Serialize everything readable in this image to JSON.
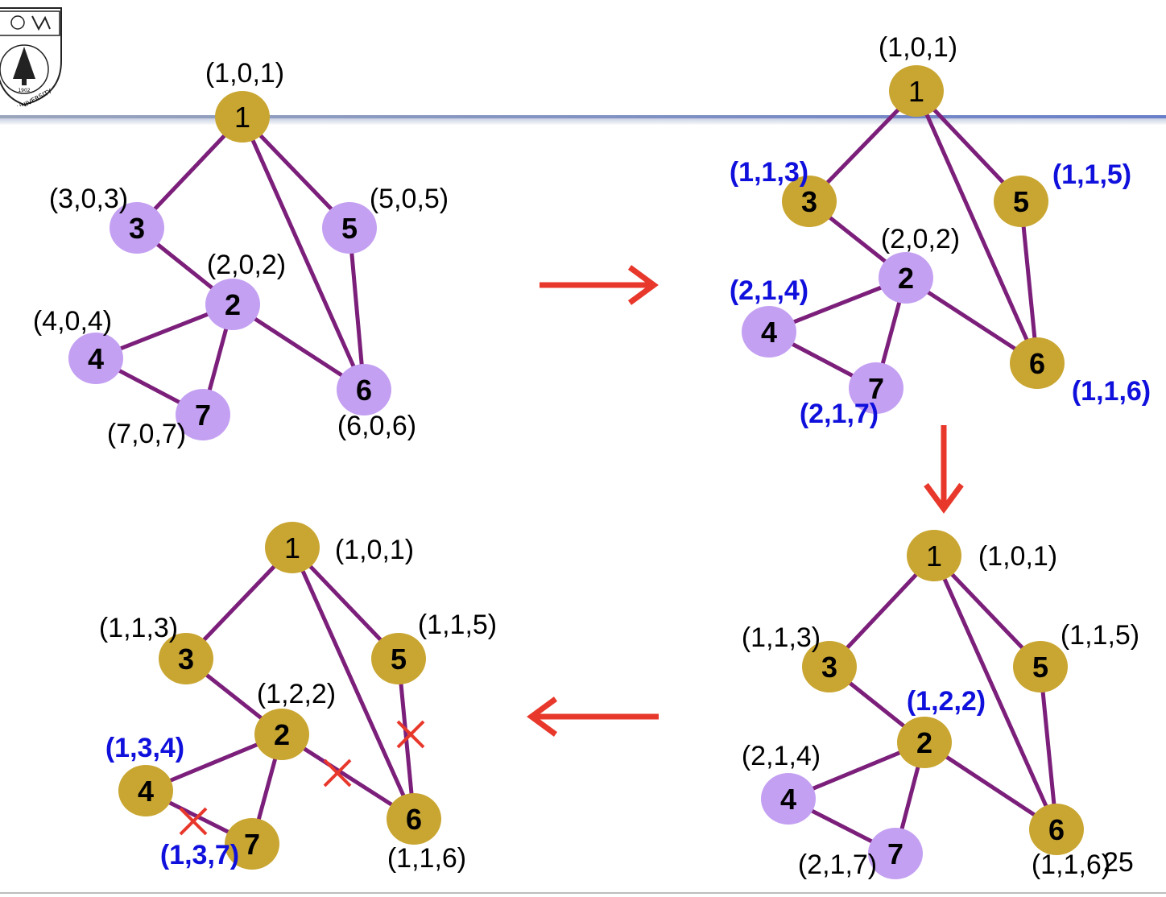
{
  "slide": {
    "page_number": "25"
  },
  "colors": {
    "visited": "#c9a632",
    "unvisited": "#c4a0f2",
    "edge": "#7b1f7b",
    "arrow": "#e8382c",
    "new_label": "#1010dd",
    "old_label": "#000000",
    "cross": "#e8382c"
  },
  "panels": [
    {
      "id": "top-left",
      "nodes": [
        {
          "id": "1",
          "visited": true
        },
        {
          "id": "2",
          "visited": false
        },
        {
          "id": "3",
          "visited": false
        },
        {
          "id": "4",
          "visited": false
        },
        {
          "id": "5",
          "visited": false
        },
        {
          "id": "6",
          "visited": false
        },
        {
          "id": "7",
          "visited": false
        }
      ],
      "labels": [
        {
          "node": "1",
          "text": "(1,0,1)",
          "new": false
        },
        {
          "node": "3",
          "text": "(3,0,3)",
          "new": false
        },
        {
          "node": "5",
          "text": "(5,0,5)",
          "new": false
        },
        {
          "node": "2",
          "text": "(2,0,2)",
          "new": false
        },
        {
          "node": "4",
          "text": "(4,0,4)",
          "new": false
        },
        {
          "node": "7",
          "text": "(7,0,7)",
          "new": false
        },
        {
          "node": "6",
          "text": "(6,0,6)",
          "new": false
        }
      ],
      "crossed": []
    },
    {
      "id": "top-right",
      "nodes": [
        {
          "id": "1",
          "visited": true
        },
        {
          "id": "2",
          "visited": false
        },
        {
          "id": "3",
          "visited": true
        },
        {
          "id": "4",
          "visited": false
        },
        {
          "id": "5",
          "visited": true
        },
        {
          "id": "6",
          "visited": true
        },
        {
          "id": "7",
          "visited": false
        }
      ],
      "labels": [
        {
          "node": "1",
          "text": "(1,0,1)",
          "new": false
        },
        {
          "node": "3",
          "text": "(1,1,3)",
          "new": true
        },
        {
          "node": "5",
          "text": "(1,1,5)",
          "new": true
        },
        {
          "node": "2",
          "text": "(2,0,2)",
          "new": false
        },
        {
          "node": "4",
          "text": "(2,1,4)",
          "new": true
        },
        {
          "node": "6",
          "text": "(1,1,6)",
          "new": true
        },
        {
          "node": "7",
          "text": "(2,1,7)",
          "new": true
        }
      ],
      "crossed": []
    },
    {
      "id": "bottom-right",
      "nodes": [
        {
          "id": "1",
          "visited": true
        },
        {
          "id": "2",
          "visited": true
        },
        {
          "id": "3",
          "visited": true
        },
        {
          "id": "4",
          "visited": false
        },
        {
          "id": "5",
          "visited": true
        },
        {
          "id": "6",
          "visited": true
        },
        {
          "id": "7",
          "visited": false
        }
      ],
      "labels": [
        {
          "node": "1",
          "text": "(1,0,1)",
          "new": false
        },
        {
          "node": "3",
          "text": "(1,1,3)",
          "new": false
        },
        {
          "node": "5",
          "text": "(1,1,5)",
          "new": false
        },
        {
          "node": "2",
          "text": "(1,2,2)",
          "new": true
        },
        {
          "node": "4",
          "text": "(2,1,4)",
          "new": false
        },
        {
          "node": "7",
          "text": "(2,1,7)",
          "new": false
        },
        {
          "node": "6",
          "text": "(1,1,6)",
          "new": false
        }
      ],
      "crossed": []
    },
    {
      "id": "bottom-left",
      "nodes": [
        {
          "id": "1",
          "visited": true
        },
        {
          "id": "2",
          "visited": true
        },
        {
          "id": "3",
          "visited": true
        },
        {
          "id": "4",
          "visited": true
        },
        {
          "id": "5",
          "visited": true
        },
        {
          "id": "6",
          "visited": true
        },
        {
          "id": "7",
          "visited": true
        }
      ],
      "labels": [
        {
          "node": "1",
          "text": "(1,0,1)",
          "new": false
        },
        {
          "node": "3",
          "text": "(1,1,3)",
          "new": false
        },
        {
          "node": "5",
          "text": "(1,1,5)",
          "new": false
        },
        {
          "node": "2",
          "text": "(1,2,2)",
          "new": false
        },
        {
          "node": "4",
          "text": "(1,3,4)",
          "new": true
        },
        {
          "node": "7",
          "text": "(1,3,7)",
          "new": true
        },
        {
          "node": "6",
          "text": "(1,1,6)",
          "new": false
        }
      ],
      "crossed": [
        "5-6",
        "2-6",
        "4-7"
      ]
    }
  ],
  "edges": [
    [
      "1",
      "3"
    ],
    [
      "1",
      "5"
    ],
    [
      "1",
      "6"
    ],
    [
      "3",
      "2"
    ],
    [
      "5",
      "6"
    ],
    [
      "2",
      "4"
    ],
    [
      "2",
      "7"
    ],
    [
      "2",
      "6"
    ],
    [
      "4",
      "7"
    ]
  ],
  "arrows": [
    {
      "name": "arrow-right",
      "direction": "right"
    },
    {
      "name": "arrow-down",
      "direction": "down"
    },
    {
      "name": "arrow-left",
      "direction": "left"
    }
  ]
}
